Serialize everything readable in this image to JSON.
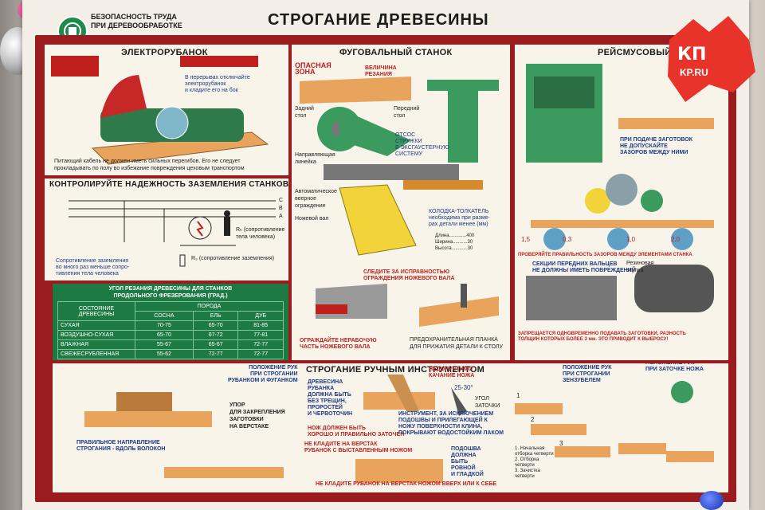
{
  "header": {
    "subtitle": "БЕЗОПАСНОСТЬ ТРУДА\nПРИ ДЕРЕВООБРАБОТКЕ",
    "title": "СТРОГАНИЕ ДРЕВЕСИНЫ"
  },
  "watermark": {
    "brand": "КП",
    "site": "KP.RU"
  },
  "panels": {
    "planer": {
      "title": "ЭЛЕКТРОРУБАНОК",
      "note1": "В перерывах отключайте электрорубанок\nи кладите его на бок",
      "note2": "Питающий кабель не должен иметь сильных перегибов. Его не следует\nпрокладывать по полу во избежание повреждения цеховым транспортом"
    },
    "grounding": {
      "title": "КОНТРОЛИРУЙТЕ НАДЕЖНОСТЬ ЗАЗЕМЛЕНИЯ СТАНКОВ",
      "phase_c": "C",
      "phase_b": "B",
      "phase_a": "A",
      "rh": "Rₕ (сопротивление\nтела человека)",
      "r3": "R₃ (сопротивление заземления)",
      "note": "Сопротивление заземления\nво много раз меньше сопро-\nтивления тела человека"
    },
    "angles": {
      "title": "УГОЛ РЕЗАНИЯ ДРЕВЕСИНЫ ДЛЯ СТАНКОВ\nПРОДОЛЬНОГО ФРЕЗЕРОВАНИЯ (ГРАД.)",
      "col_state": "СОСТОЯНИЕ\nДРЕВЕСИНЫ",
      "col_breed": "ПОРОДА",
      "species": [
        "СОСНА",
        "ЕЛЬ",
        "ДУБ"
      ],
      "rows": [
        {
          "state": "СУХАЯ",
          "values": [
            "70-75",
            "65-70",
            "81-85"
          ]
        },
        {
          "state": "ВОЗДУШНО-СУХАЯ",
          "values": [
            "65-70",
            "67-72",
            "77-81"
          ]
        },
        {
          "state": "ВЛАЖНАЯ",
          "values": [
            "55-67",
            "65-67",
            "72-77"
          ]
        },
        {
          "state": "СВЕЖЕСРУБЛЕННАЯ",
          "values": [
            "55-62",
            "72-77",
            "72-77"
          ]
        }
      ]
    },
    "jointer": {
      "title": "ФУГОВАЛЬНЫЙ СТАНОК",
      "danger": "ОПАСНАЯ\nЗОНА",
      "cut": "ВЕЛИЧИНА\nРЕЗАНИЯ",
      "rear": "Задний\nстол",
      "front": "Передний\nстол",
      "chips": "ОТСОС\nСТРУЖКИ\nВ ЭКСГАУСТЕРНУЮ\nСИСТЕМУ",
      "fence": "Направляющая\nлинейка",
      "guard": "Автоматическое\nвеерное\nограждение",
      "knife": "Ножевой вал",
      "pusher": "КОЛОДКА-ТОЛКАТЕЛЬ\nнеобходима при разме-\nрах детали менее (мм)",
      "pusher_dims": "Длина.............400\nШирина...........30\nВысота............30",
      "watch": "СЛЕДИТЕ ЗА ИСПРАВНОСТЬЮ\nОГРАЖДЕНИЯ НОЖЕВОГО ВАЛА",
      "fence_guard": "ОГРАЖДАЙТЕ НЕРАБОЧУЮ\nЧАСТЬ НОЖЕВОГО ВАЛА",
      "clamp": "ПРЕДОХРАНИТЕЛЬНАЯ ПЛАНКА\nДЛЯ ПРИЖАТИЯ ДЕТАЛИ К СТОЛУ"
    },
    "thicknesser": {
      "title": "РЕЙСМУСОВЫЙ СТАНОК",
      "feed": "ПРИ ПОДАЧЕ ЗАГОТОВОК\nНЕ ДОПУСКАЙТЕ\nЗАЗОРОВ МЕЖДУ НИМИ",
      "d1": "1,5",
      "d2": "0,3",
      "d3": "1,0",
      "d4": "2,0",
      "check": "ПРОВЕРЯЙТЕ ПРАВИЛЬНОСТЬ ЗАЗОРОВ МЕЖДУ ЭЛЕМЕНТАМИ СТАНКА",
      "sections": "СЕКЦИИ ПЕРЕДНИХ ВАЛЬЦЕВ\nНЕ ДОЛЖНЫ ИМЕТЬ ПОВРЕЖДЕНИЙ",
      "rubber": "Резиновая\nвтулка",
      "forbid": "ЗАПРЕЩАЕТСЯ ОДНОВРЕМЕННО ПОДАВАТЬ ЗАГОТОВКИ, РАЗНОСТЬ\nТОЛЩИН КОТОРЫХ БОЛЕЕ 3 мм. ЭТО ПРИВОДИТ К ВЫБРОСУ!"
    },
    "hand": {
      "title": "СТРОГАНИЕ РУЧНЫМ ИНСТРУМЕНТОМ",
      "plane_pos": "ПОЛОЖЕНИЕ РУК\nПРИ СТРОГАНИИ\nРУБАНКОМ И ФУГАНКОМ",
      "stop": "УПОР\nДЛЯ ЗАКРЕПЛЕНИЯ\nЗАГОТОВКИ\nНА ВЕРСТАКЕ",
      "direction": "ПРАВИЛЬНОЕ НАПРАВЛЕНИЕ\nСТРОГАНИЯ - ВДОЛЬ ВОЛОКОН",
      "block": "ДРЕВЕСИНА\nРУБАНКА\nДОЛЖНА БЫТЬ\nБЕЗ ТРЕЩИН,\nПРОРОСТЕЙ\nИ ЧЕРВОТОЧИН",
      "wobble": "НЕДОПУСТИМО\nКАЧАНИЕ НОЖА",
      "angle": "25-30°",
      "sharpen": "УГОЛ\nЗАТОЧКИ",
      "knife_sharp": "НОЖ ДОЛЖЕН БЫТЬ\nХОРОШО И ПРАВИЛЬНО ЗАТОЧЕН",
      "tool_note": "ИНСТРУМЕНТ, ЗА ИСКЛЮЧЕНИЕМ\nПОДОШВЫ И ПРИЛЕГАЮЩЕЙ К\nНОЖУ ПОВЕРХНОСТИ КЛИНА,\nПОКРЫВАЮТ ВОДОСТОЙКИМ ЛАКОМ",
      "no_put": "НЕ КЛАДИТЕ НА ВЕРСТАК\nРУБАНОК С ВЫСТАВЛЕННЫМ НОЖОМ",
      "sole": "ПОДОШВА\nДОЛЖНА\nБЫТЬ\nРОВНОЙ\nИ ГЛАДКОЙ",
      "no_put2": "НЕ КЛАДИТЕ РУБАНОК НА ВЕРСТАК НОЖОМ ВВЕРХ ИЛИ К СЕБЕ",
      "zenzubel": "ПОЛОЖЕНИЕ РУК\nПРИ СТРОГАНИИ\nЗЕНЗУБЕЛЕМ",
      "knife_pos": "ПОЛОЖЕНИЕ РУК\nПРИ ЗАТОЧКЕ НОЖА",
      "n1": "1",
      "n2": "2",
      "n3": "3",
      "steps": "1. Начальная\n   отборка четверти\n2. Отборка\n   четверти\n3. Зачистка\n   четверти"
    }
  }
}
